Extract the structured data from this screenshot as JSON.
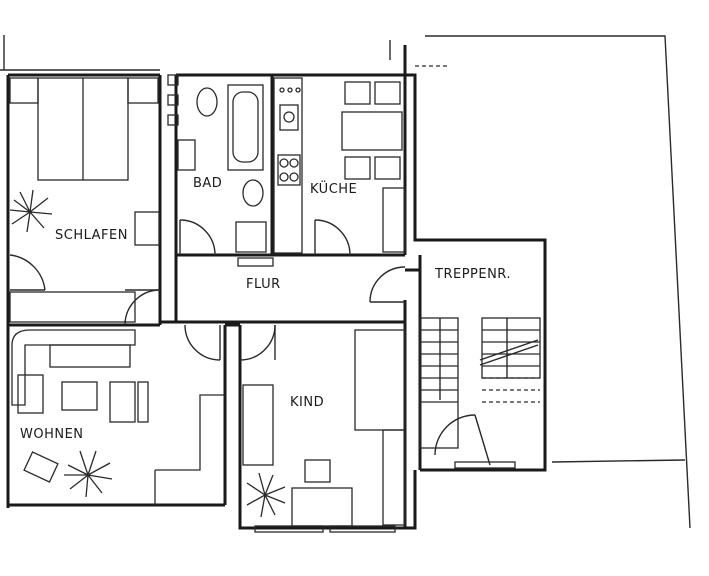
{
  "rooms": {
    "schlafen": "SCHLAFEN",
    "bad": "BAD",
    "kueche": "KÜCHE",
    "flur": "FLUR",
    "treppenhaus": "TREPPENR.",
    "wohnen": "WOHNEN",
    "kind": "KIND"
  }
}
